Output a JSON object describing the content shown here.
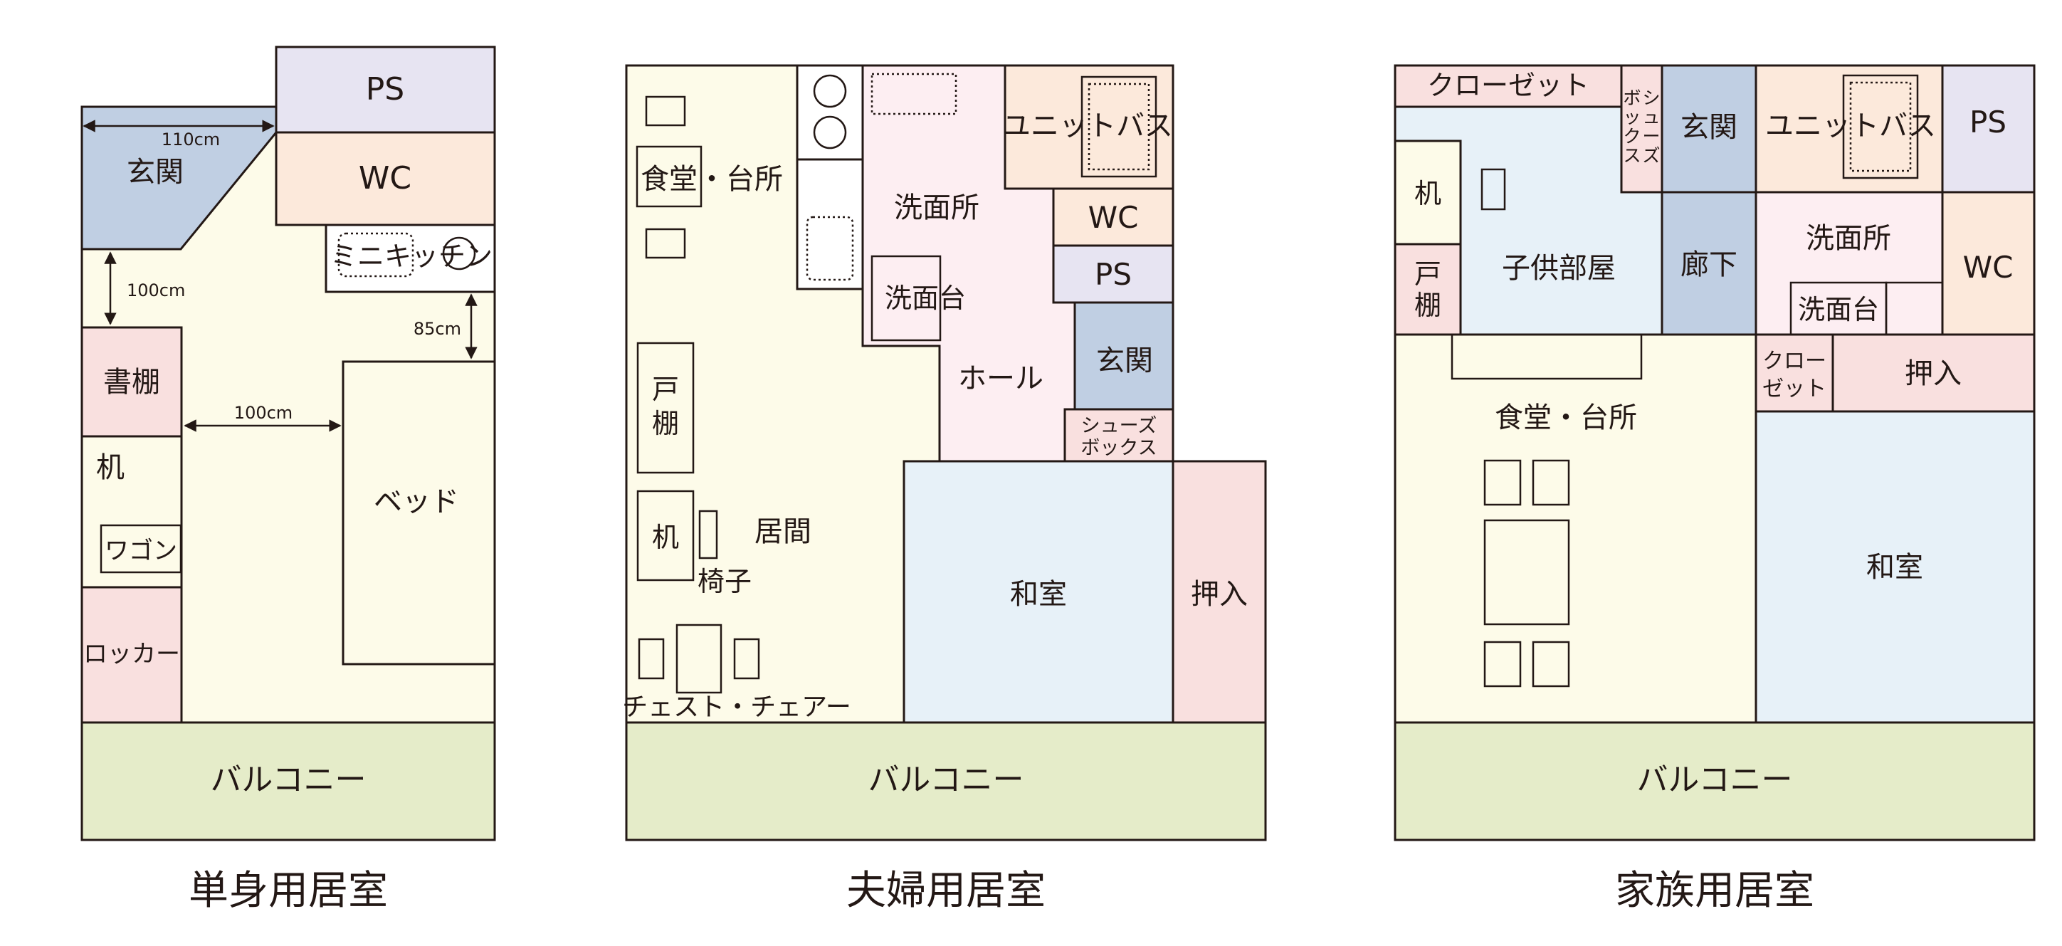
{
  "colors": {
    "cream": "#fdfbe9",
    "lavender": "#e7e4f2",
    "peach": "#fce9db",
    "pink": "#f9e0df",
    "lightpink": "#fdeef2",
    "blue": "#c0cfe3",
    "lightblue": "#e7f1f8",
    "green": "#e5ecc9",
    "line": "#231815"
  },
  "plans": [
    {
      "caption": "単身用居室",
      "rooms": {
        "ps": "PS",
        "wc": "WC",
        "entrance": "玄関",
        "kitchen": "ミニキッチン",
        "bookshelf": "書棚",
        "desk": "机",
        "wagon": "ワゴン",
        "locker": "ロッカー",
        "bed": "ベッド",
        "balcony": "バルコニー"
      },
      "dimensions": {
        "entrance_width": "110cm",
        "passage_left": "100cm",
        "passage_right": "85cm",
        "bed_gap": "100cm"
      }
    },
    {
      "caption": "夫婦用居室",
      "rooms": {
        "dining": "食堂・台所",
        "cupboard": "戸棚",
        "desk": "机",
        "chair": "椅子",
        "living": "居間",
        "chest": "チェスト・チェアー",
        "washroom": "洗面所",
        "sink": "洗面台",
        "hall": "ホール",
        "bath": "ユニットバス",
        "wc": "WC",
        "ps": "PS",
        "entrance": "玄関",
        "shoebox_1": "シューズ",
        "shoebox_2": "ボックス",
        "tatami": "和室",
        "closet": "押入",
        "balcony": "バルコニー"
      }
    },
    {
      "caption": "家族用居室",
      "rooms": {
        "closet_top": "クローゼット",
        "shoebox": "シューズボックス",
        "entrance": "玄関",
        "bath": "ユニットバス",
        "ps": "PS",
        "desk": "机",
        "cupboard": "戸棚",
        "kids": "子供部屋",
        "corridor": "廊下",
        "washroom": "洗面所",
        "sink": "洗面台",
        "wc": "WC",
        "closet_small_1": "クロー",
        "closet_small_2": "ゼット",
        "oshiire": "押入",
        "dining": "食堂・台所",
        "tatami": "和室",
        "balcony": "バルコニー"
      }
    }
  ]
}
